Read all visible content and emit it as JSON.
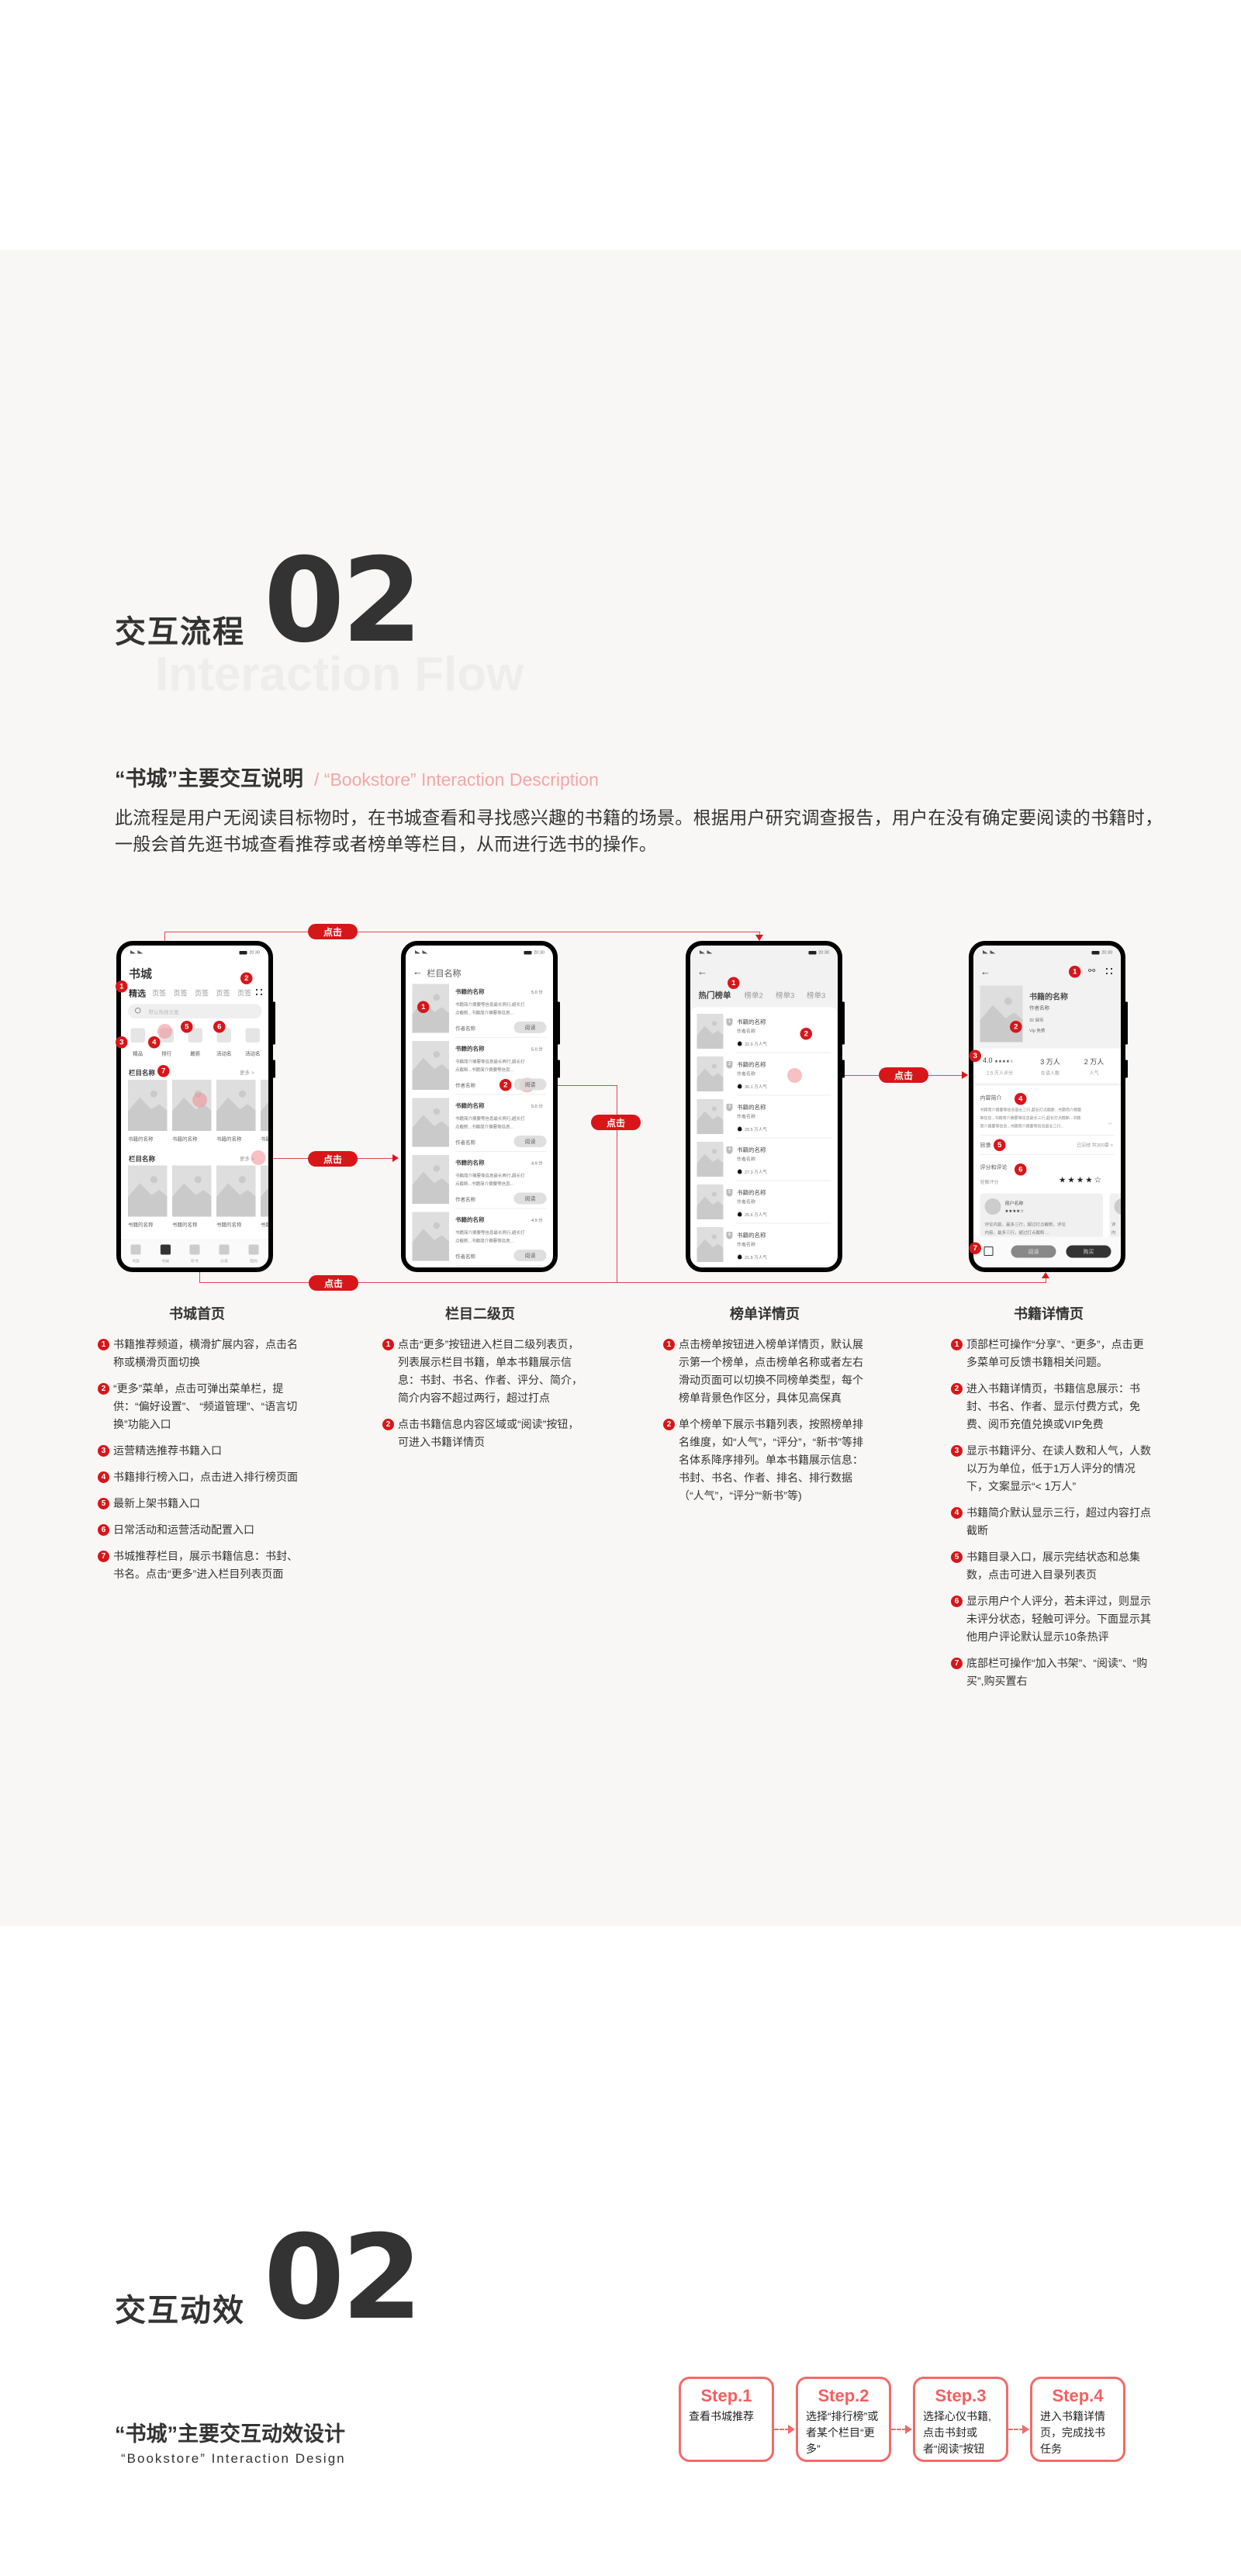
{
  "colors": {
    "accent": "#d7161a",
    "pink": "#f4a6a6",
    "step": "#f26a6a",
    "band": "#f8f7f5"
  },
  "flow": {
    "title": "交互流程",
    "number": "02",
    "ghost": "Interaction Flow",
    "subtitle": "“书城”主要交互说明",
    "subtitle_en": "/ “Bookstore”  Interaction Description",
    "body": [
      "此流程是用户无阅读目标物时，在书城查看和寻找感兴趣的书籍的场景。根据用户研究调查报告，用户在没有确定要阅读的书籍时，",
      "一般会首先逛书城查看推荐或者榜单等栏目，从而进行选书的操作。"
    ]
  },
  "connectors": {
    "click": "点击"
  },
  "status": {
    "time": "20:30"
  },
  "phone1": {
    "title": "书城",
    "tab_active": "精选",
    "tabs": [
      "页签",
      "页签",
      "页签",
      "页签",
      "页签"
    ],
    "search_placeholder": "默认热搜文案",
    "entries": [
      "精品",
      "排行",
      "最新",
      "活动名",
      "活动名"
    ],
    "section1": "栏目名称",
    "section2": "栏目名称",
    "more": "更多",
    "row1": [
      "书籍的名称",
      "书籍的名称",
      "书籍的名称",
      "书籍的名称"
    ],
    "row2": [
      "书籍的名称",
      "书籍的名称",
      "书籍的名称",
      "书籍的名称"
    ],
    "tabbar": [
      "书架",
      "书城",
      "听书",
      "分类",
      "我的"
    ]
  },
  "phone2": {
    "title": "栏目名称",
    "books": [
      {
        "title": "书籍的名称",
        "score": "5.0 分",
        "desc1": "书籍简介摘要等信息最长两行,超长打",
        "desc2": "点截断...书籍简介摘要等信息...",
        "author": "作者名称",
        "btn": "阅读"
      },
      {
        "title": "书籍的名称",
        "score": "5.0 分",
        "desc1": "书籍简介摘要等信息最长两行,超长打",
        "desc2": "点截断...书籍简介摘要等信息...",
        "author": "作者名称",
        "btn": "阅读"
      },
      {
        "title": "书籍的名称",
        "score": "5.0 分",
        "desc1": "书籍简介摘要等信息最长两行,超长打",
        "desc2": "点截断...书籍简介摘要等信息...",
        "author": "作者名称",
        "btn": "阅读"
      },
      {
        "title": "书籍的名称",
        "score": "4.9 分",
        "desc1": "书籍简介摘要等信息最长两行,超长打",
        "desc2": "点截断...书籍简介摘要等信息...",
        "author": "作者名称",
        "btn": "阅读"
      },
      {
        "title": "书籍的名称",
        "score": "4.9 分",
        "desc1": "书籍简介摘要等信息最长两行,超长打",
        "desc2": "点截断...书籍简介摘要等信息...",
        "author": "作者名称",
        "btn": "阅读"
      }
    ]
  },
  "phone3": {
    "tabs": [
      "热门榜单",
      "榜单2",
      "榜单3",
      "榜单3"
    ],
    "books": [
      {
        "rank": "1",
        "title": "书籍的名称",
        "author": "作者名称",
        "pop": "32.9 万人气"
      },
      {
        "rank": "2",
        "title": "书籍的名称",
        "author": "作者名称",
        "pop": "30.1 万人气"
      },
      {
        "rank": "3",
        "title": "书籍的名称",
        "author": "作者名称",
        "pop": "29.5 万人气"
      },
      {
        "rank": "4",
        "title": "书籍的名称",
        "author": "作者名称",
        "pop": "27.3 万人气"
      },
      {
        "rank": "5",
        "title": "书籍的名称",
        "author": "作者名称",
        "pop": "25.6 万人气"
      },
      {
        "rank": "6",
        "title": "书籍的名称",
        "author": "作者名称",
        "pop": "21.8 万人气"
      }
    ]
  },
  "phone4": {
    "title": "书籍的名称",
    "author": "作者名称",
    "price": "32 阅币",
    "vip": "Vip 免费",
    "rating": "4.0",
    "rating_stars": 4,
    "rating_count": "2.5 万人评分",
    "readers": "3 万人",
    "readers_label": "在读人数",
    "popularity": "2 万人",
    "popularity_label": "人气",
    "intro_title": "内容简介",
    "intro": [
      "书籍简介摘要等信息最长三行,超长打点截断...书籍简介摘要",
      "等信息...书籍简介摘要等信息最长三行,超长打点截断...书籍",
      "简介摘要等信息...书籍简介摘要等信息最长三行..."
    ],
    "toc": "目录",
    "toc_status": "已完结 共300章",
    "review_title": "评分和评论",
    "tap_rate": "轻触评分",
    "my_stars": 4,
    "user": "用户名称",
    "user_stars": 4,
    "comment": [
      "评论内容，最多三行，超过打点截断，评论",
      "内容，最多三行，超过打点截断 ..."
    ],
    "comment2": [
      "评",
      "内"
    ],
    "read_btn": "阅读",
    "buy_btn": "购买"
  },
  "descriptions": [
    {
      "title": "书城首页",
      "items": [
        "书籍推荐频道，横滑扩展内容，点击名称或横滑页面切换",
        "“更多”菜单，点击可弹出菜单栏，提供：“偏好设置”、 “频道管理”、“语言切换”功能入口",
        "运营精选推荐书籍入口",
        "书籍排行榜入口，点击进入排行榜页面",
        "最新上架书籍入口",
        "日常活动和运营活动配置入口",
        "书城推荐栏目，展示书籍信息：书封、书名。点击“更多”进入栏目列表页面"
      ]
    },
    {
      "title": "栏目二级页",
      "items": [
        "点击“更多”按钮进入栏目二级列表页，列表展示栏目书籍，单本书籍展示信息：书封、书名、作者、评分、简介，简介内容不超过两行，超过打点",
        "点击书籍信息内容区域或“阅读”按钮，可进入书籍详情页"
      ]
    },
    {
      "title": "榜单详情页",
      "items": [
        "点击榜单按钮进入榜单详情页，默认展示第一个榜单，点击榜单名称或者左右滑动页面可以切换不同榜单类型，每个榜单背景色作区分，具体见高保真",
        "单个榜单下展示书籍列表，按照榜单排名维度，如“人气”，“评分”，“新书”等排名体系降序排列。单本书籍展示信息：书封、书名、作者、排名、排行数据（“人气”，“评分”“新书”等)"
      ]
    },
    {
      "title": "书籍详情页",
      "items": [
        "顶部栏可操作“分享”、“更多”，点击更多菜单可反馈书籍相关问题。",
        "进入书籍详情页，书籍信息展示：书封、书名、作者、显示付费方式，免费、阅币充值兑换或VIP免费",
        "显示书籍评分、在读人数和人气，人数以万为单位，低于1万人评分的情况下，文案显示“< 1万人”",
        "书籍简介默认显示三行，超过内容打点截断",
        "书籍目录入口，展示完结状态和总集数，点击可进入目录列表页",
        "显示用户个人评分，若未评过，则显示未评分状态，轻触可评分。下面显示其他用户评论默认显示10条热评",
        "底部栏可操作“加入书架”、“阅读”、“购买”,购买置右"
      ]
    }
  ],
  "motion": {
    "title": "交互动效",
    "number": "02",
    "subtitle": "“书城”主要交互动效设计",
    "subtitle_en": "“Bookstore” Interaction Design",
    "steps": [
      {
        "label": "Step.1",
        "text": "查看书城推荐"
      },
      {
        "label": "Step.2",
        "text": "选择“排行榜”或者某个栏目“更多”"
      },
      {
        "label": "Step.3",
        "text": "选择心仪书籍,点击书封或者“阅读”按钮"
      },
      {
        "label": "Step.4",
        "text": "进入书籍详情页，完成找书任务"
      }
    ]
  }
}
